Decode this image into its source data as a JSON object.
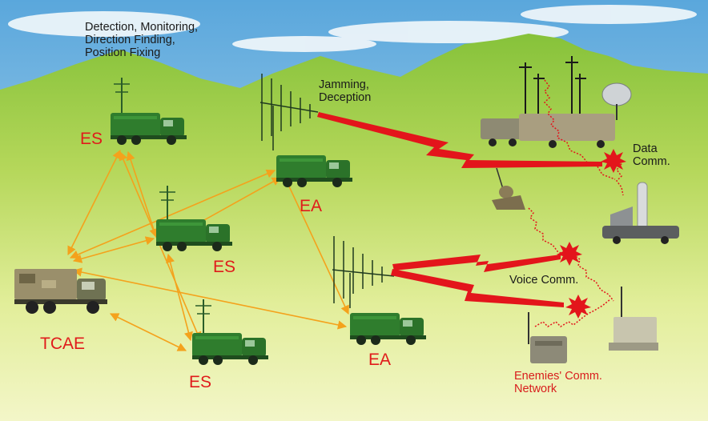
{
  "labels": {
    "es_top_task": "Detection, Monitoring,\nDirection Finding,\nPosition Fixing",
    "jamming": "Jamming,\nDeception",
    "data_comm": "Data\nComm.",
    "voice_comm": "Voice Comm.",
    "enemies_network": "Enemies' Comm.\nNetwork",
    "es_1": "ES",
    "es_2": "ES",
    "es_3": "ES",
    "ea_1": "EA",
    "ea_2": "EA",
    "tcae": "TCAE"
  },
  "colors": {
    "sky_top": "#5da9dd",
    "sky_low": "#cfe6f2",
    "hill": "#8cc43c",
    "ground": "#e6ef9c",
    "link_orange": "#f4a21c",
    "jam_red": "#e3151b",
    "label_red": "#e01b1b",
    "vehicle_green": "#2e7a2c"
  },
  "icons": [
    "es-vehicle-icon",
    "ea-vehicle-icon",
    "tcae-truck-icon",
    "antenna-mast-icon",
    "radar-dish-icon",
    "soldier-radio-icon",
    "jamming-burst-icon",
    "lightning-icon"
  ]
}
